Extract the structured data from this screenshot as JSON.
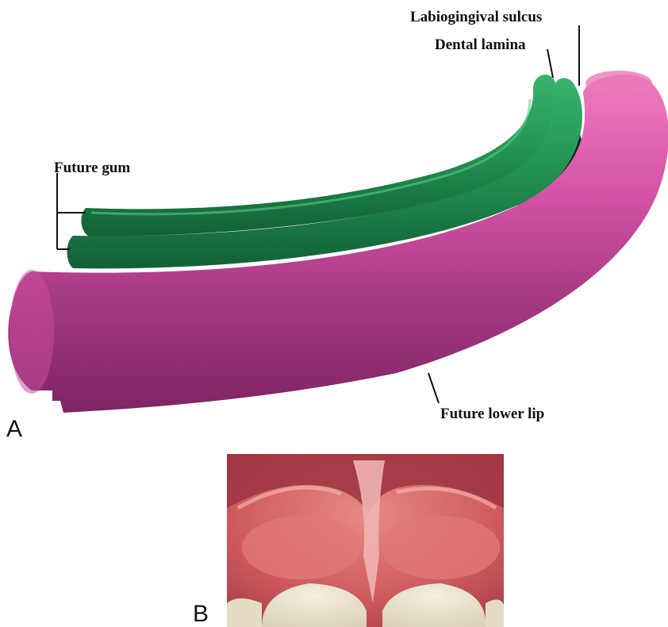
{
  "panels": {
    "a": {
      "letter": "A"
    },
    "b": {
      "letter": "B"
    }
  },
  "labels": {
    "labiogingival_sulcus": "Labiogingival sulcus",
    "dental_lamina": "Dental lamina",
    "future_gum": "Future gum",
    "future_lower_lip": "Future lower lip"
  },
  "colors": {
    "lip_light": "#e060a8",
    "lip_dark": "#8a2a6a",
    "gum_light": "#2fa862",
    "gum_dark": "#13663a",
    "mucosa": "#d65a60",
    "teeth": "#e9e3cf"
  }
}
